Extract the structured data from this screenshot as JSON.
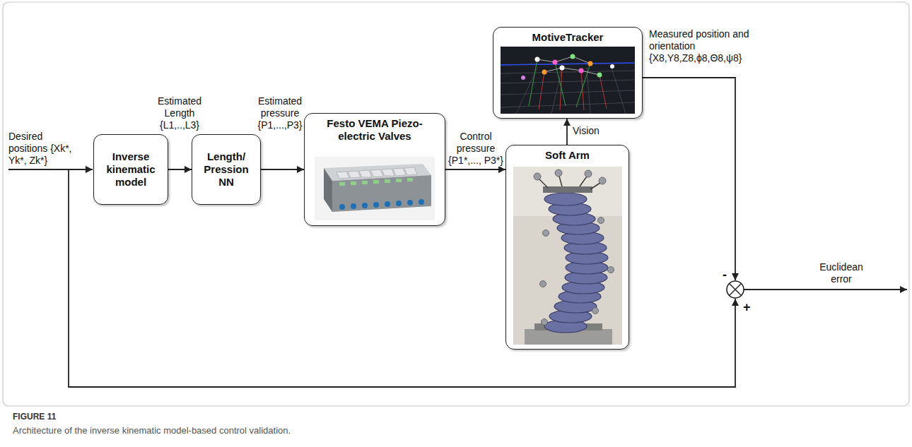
{
  "diagram": {
    "caption": "Architecture of the inverse kinematic model-based control validation.",
    "nodes": [
      {
        "text": [
          "Inverse kinematic model"
        ]
      },
      {
        "text": [
          "Length/ Pression NN"
        ]
      },
      {
        "text": [
          "Festo VEMA Piezo-electric Valves"
        ]
      },
      {
        "text": [
          "Soft Arm"
        ]
      },
      {
        "text": [
          "MotiveTracker"
        ]
      }
    ],
    "edges": [
      {
        "from": 0,
        "to": 1,
        "arrow": "to",
        "label": "Estimated Length {L1,..,L3}"
      },
      {
        "from": 1,
        "to": 2,
        "arrow": "to",
        "label": "Estimated pressure {P1,...,P3}"
      },
      {
        "from": 2,
        "to": 3,
        "arrow": "to",
        "label": "Control pressure {P1*,..., P3*}"
      },
      {
        "from": 3,
        "to": 4,
        "arrow": "to",
        "label": "Vision"
      }
    ],
    "labels": [
      "Desired positions {Xk*, Yk*, Zk*}",
      "Measured position and orientation {X8,Y8,Z8,ϕ8,Θ8,ψ8}",
      "-",
      "+",
      "Euclidean error",
      "FIGURE 11"
    ]
  }
}
